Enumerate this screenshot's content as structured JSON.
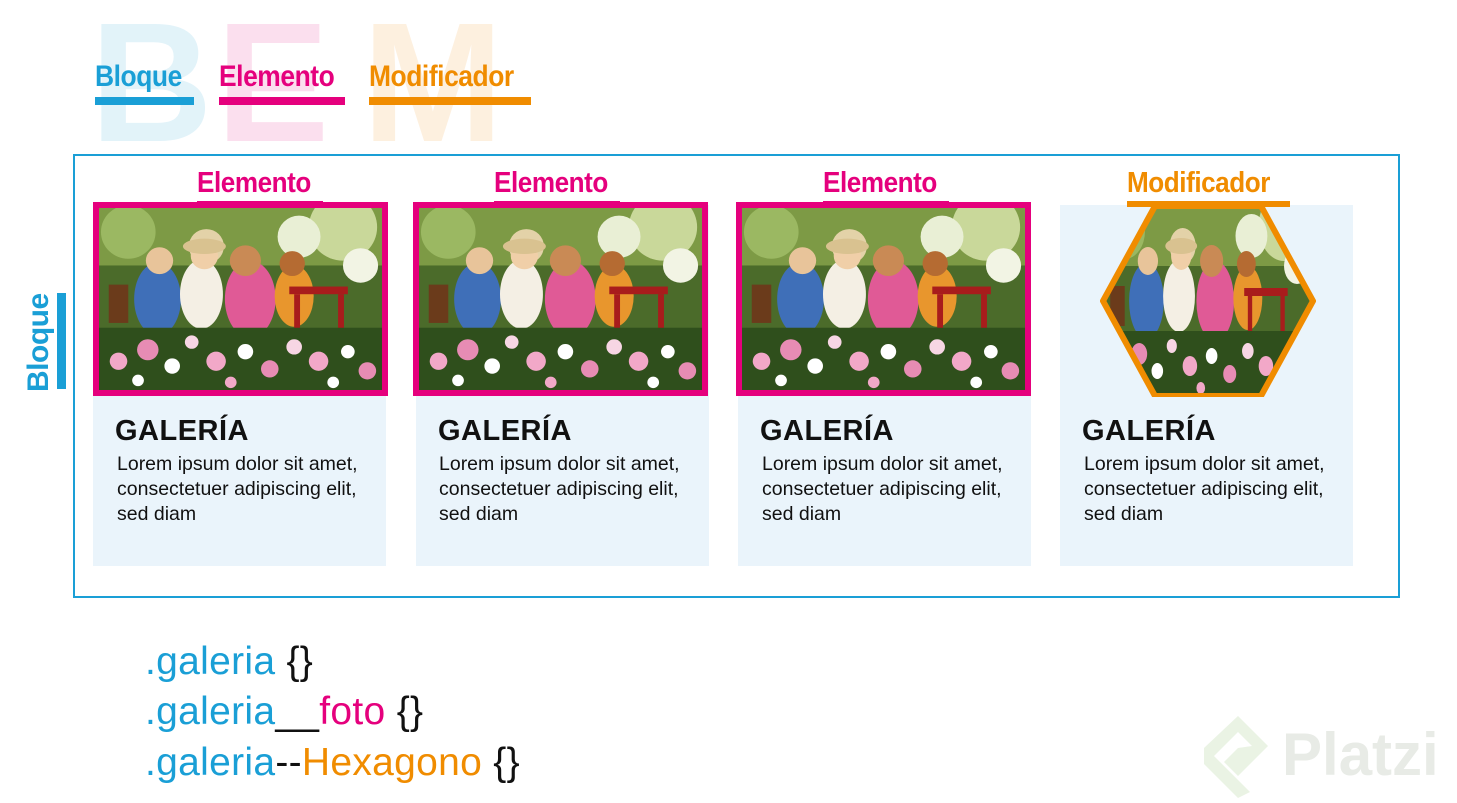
{
  "bem_letters": [
    "B",
    "E",
    "M"
  ],
  "legend": {
    "bloque": "Bloque",
    "elemento": "Elemento",
    "modificador": "Modificador"
  },
  "side_label": "Bloque",
  "cards": [
    {
      "label": "Elemento",
      "title": "GALERÍA",
      "text": "Lorem ipsum dolor sit amet, consectetuer adipiscing elit, sed diam"
    },
    {
      "label": "Elemento",
      "title": "GALERÍA",
      "text": "Lorem ipsum dolor sit amet, consectetuer adipiscing elit, sed diam"
    },
    {
      "label": "Elemento",
      "title": "GALERÍA",
      "text": "Lorem ipsum dolor sit amet, consectetuer adipiscing elit, sed diam"
    },
    {
      "label": "Modificador",
      "title": "GALERÍA",
      "text": "Lorem ipsum dolor sit amet, consectetuer adipiscing elit, sed diam"
    }
  ],
  "code": {
    "line1": {
      "block": ".galeria",
      "braces": "{}"
    },
    "line2": {
      "block": ".galeria",
      "sep": "__",
      "element": "foto",
      "braces": "{}"
    },
    "line3": {
      "block": ".galeria",
      "sep": "--",
      "modifier": "Hexagono",
      "braces": "{}"
    }
  },
  "brand": "Platzi",
  "colors": {
    "bloque": "#1a9fd6",
    "elemento": "#e5007d",
    "modificador": "#f08c00",
    "card_bg": "#eaf4fb"
  }
}
